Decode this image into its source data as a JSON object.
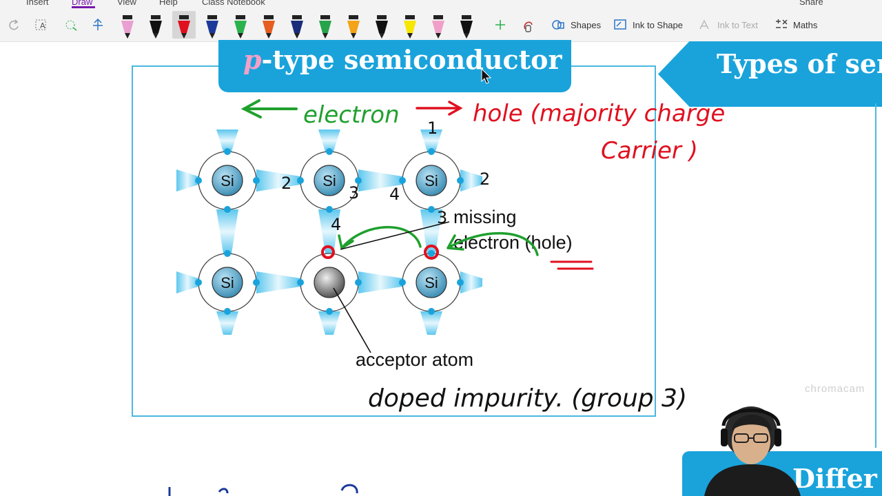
{
  "ribbon": {
    "tabs": [
      "Insert",
      "Draw",
      "View",
      "Help",
      "Class Notebook"
    ],
    "active_tab": "Draw",
    "share_label": "Share"
  },
  "toolbar": {
    "shapes_label": "Shapes",
    "ink_to_shape_label": "Ink to Shape",
    "ink_to_text_label": "Ink to Text",
    "maths_label": "Maths",
    "pens": [
      "#e9a0d0",
      "#111111",
      "#e0101f",
      "#1a3a9a",
      "#2bb24c",
      "#e55d20",
      "#1a2d7a",
      "#27a34a",
      "#f3a318",
      "#111111",
      "#f7e600",
      "#f0a0c8",
      "#111111"
    ],
    "colors": {
      "accent": "#7719aa",
      "plus": "#2bb24c",
      "lasso": "#c73030"
    }
  },
  "slide": {
    "title_prefix": "p",
    "title_rest": "-type semiconductor",
    "side_title": "Types of sem",
    "bottom_right_title": "Differ",
    "si_label": "Si",
    "missing_label": "missing",
    "electron_label": "electron (hole)",
    "acceptor_label": "acceptor atom",
    "colors": {
      "banner": "#1aa3db",
      "frame": "#4ab8de",
      "bond": "#5cc7ee",
      "atom": "#5aa6c8"
    }
  },
  "annotations": {
    "electron_word": "electron",
    "hole_word": "hole (majority charge",
    "carrier_word": "Carrier )",
    "doped_word": "doped impurity. (group 3)",
    "numbers": [
      "1",
      "2",
      "2",
      "3",
      "4",
      "3",
      "4"
    ],
    "colors": {
      "green": "#1fa02e",
      "red": "#e0101f",
      "black": "#111111"
    }
  },
  "watermark": "chromacam"
}
